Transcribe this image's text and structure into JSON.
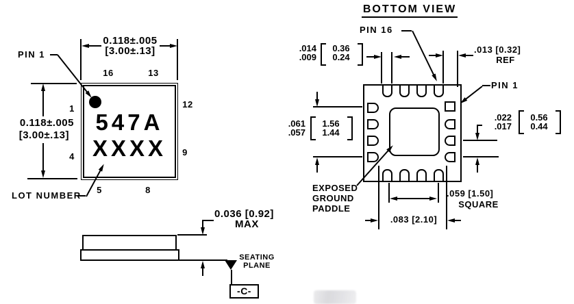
{
  "top_view": {
    "pin1_callout": "PIN 1",
    "lot_callout": "LOT NUMBER",
    "marking_line1": "547A",
    "marking_line2": "XXXX",
    "dim_width_in": "0.118±.005",
    "dim_width_mm": "[3.00±.13]",
    "dim_height_in": "0.118±.005",
    "dim_height_mm": "[3.00±.13]",
    "pins": {
      "p16": "16",
      "p13": "13",
      "p1": "1",
      "p12": "12",
      "p4": "4",
      "p9": "9",
      "p5": "5",
      "p8": "8"
    }
  },
  "side_view": {
    "height_dim": "0.036 [0.92]",
    "height_qualifier": "MAX",
    "seating_line1": "SEATING",
    "seating_line2": "PLANE",
    "datum_label": "-C-"
  },
  "bottom_view": {
    "title": "BOTTOM VIEW",
    "pin16_callout": "PIN 16",
    "pin1_callout": "PIN 1",
    "paddle_callout_line1": "EXPOSED",
    "paddle_callout_line2": "GROUND",
    "paddle_callout_line3": "PADDLE",
    "dims": {
      "pad_width": {
        "in_max": ".014",
        "in_min": ".009",
        "mm_max": "0.36",
        "mm_min": "0.24"
      },
      "edge_ref": {
        "text": ".013 [0.32]",
        "qualifier": "REF"
      },
      "pad_row_span": {
        "in_max": ".061",
        "in_min": ".057",
        "mm_max": "1.56",
        "mm_min": "1.44"
      },
      "pad_pitch": {
        "in_max": ".022",
        "in_min": ".017",
        "mm_max": "0.56",
        "mm_min": "0.44"
      },
      "paddle_size": {
        "text": ".059 [1.50]",
        "qualifier": "SQUARE"
      },
      "pad_tip_span": {
        "text": ".083 [2.10]"
      }
    }
  },
  "colors": {
    "line": "#000000",
    "background": "#ffffff",
    "watermark": "#d8d8dc"
  }
}
